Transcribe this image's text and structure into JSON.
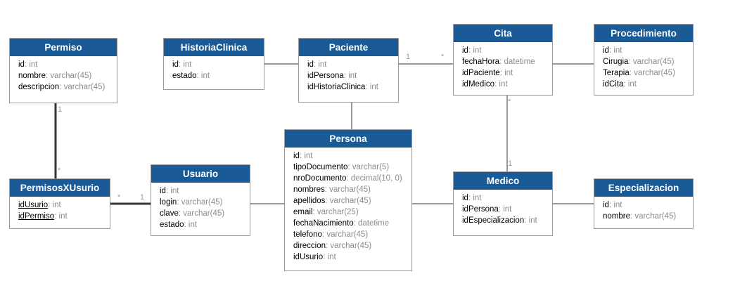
{
  "colors": {
    "header": "#1a5a96",
    "header_text": "#ffffff",
    "border": "#9a9a9a",
    "type_text": "#8c8c8c",
    "line": "#333333"
  },
  "entities": [
    {
      "id": "permiso",
      "title": "Permiso",
      "attrs": [
        {
          "name": "id",
          "type": "int",
          "pk": false
        },
        {
          "name": "nombre",
          "type": "varchar(45)",
          "pk": false
        },
        {
          "name": "descripcion",
          "type": "varchar(45)",
          "pk": false
        }
      ]
    },
    {
      "id": "historiaclinica",
      "title": "HistoriaClinica",
      "attrs": [
        {
          "name": "id",
          "type": "int",
          "pk": false
        },
        {
          "name": "estado",
          "type": "int",
          "pk": false
        }
      ]
    },
    {
      "id": "paciente",
      "title": "Paciente",
      "attrs": [
        {
          "name": "id",
          "type": "int",
          "pk": false
        },
        {
          "name": "idPersona",
          "type": "int",
          "pk": false
        },
        {
          "name": "idHistoriaClinica",
          "type": "int",
          "pk": false
        }
      ]
    },
    {
      "id": "cita",
      "title": "Cita",
      "attrs": [
        {
          "name": "id",
          "type": "int",
          "pk": false
        },
        {
          "name": "fechaHora",
          "type": "datetime",
          "pk": false
        },
        {
          "name": "idPaciente",
          "type": "int",
          "pk": false
        },
        {
          "name": "idMedico",
          "type": "int",
          "pk": false
        }
      ]
    },
    {
      "id": "procedimiento",
      "title": "Procedimiento",
      "attrs": [
        {
          "name": "id",
          "type": "int",
          "pk": false
        },
        {
          "name": "Cirugia",
          "type": "varchar(45)",
          "pk": false
        },
        {
          "name": "Terapia",
          "type": "varchar(45)",
          "pk": false
        },
        {
          "name": "idCita",
          "type": "int",
          "pk": false
        }
      ]
    },
    {
      "id": "persona",
      "title": "Persona",
      "attrs": [
        {
          "name": "id",
          "type": "int",
          "pk": false
        },
        {
          "name": "tipoDocumento",
          "type": "varchar(5)",
          "pk": false
        },
        {
          "name": "nroDocumento",
          "type": "decimal(10, 0)",
          "pk": false
        },
        {
          "name": "nombres",
          "type": "varchar(45)",
          "pk": false
        },
        {
          "name": "apellidos",
          "type": "varchar(45)",
          "pk": false
        },
        {
          "name": "email",
          "type": "varchar(25)",
          "pk": false
        },
        {
          "name": "fechaNacimiento",
          "type": "datetime",
          "pk": false
        },
        {
          "name": "telefono",
          "type": "varchar(45)",
          "pk": false
        },
        {
          "name": "direccion",
          "type": "varchar(45)",
          "pk": false
        },
        {
          "name": "idUsurio",
          "type": "int",
          "pk": false
        }
      ]
    },
    {
      "id": "permisosxusurio",
      "title": "PermisosXUsurio",
      "attrs": [
        {
          "name": "idUsurio",
          "type": "int",
          "pk": true
        },
        {
          "name": "idPermiso",
          "type": "int",
          "pk": true
        }
      ]
    },
    {
      "id": "usuario",
      "title": "Usuario",
      "attrs": [
        {
          "name": "id",
          "type": "int",
          "pk": false
        },
        {
          "name": "login",
          "type": "varchar(45)",
          "pk": false
        },
        {
          "name": "clave",
          "type": "varchar(45)",
          "pk": false
        },
        {
          "name": "estado",
          "type": "int",
          "pk": false
        }
      ]
    },
    {
      "id": "medico",
      "title": "Medico",
      "attrs": [
        {
          "name": "id",
          "type": "int",
          "pk": false
        },
        {
          "name": "idPersona",
          "type": "int",
          "pk": false
        },
        {
          "name": "idEspecializacion",
          "type": "int",
          "pk": false
        }
      ]
    },
    {
      "id": "especializacion",
      "title": "Especializacion",
      "attrs": [
        {
          "name": "id",
          "type": "int",
          "pk": false
        },
        {
          "name": "nombre",
          "type": "varchar(45)",
          "pk": false
        }
      ]
    }
  ],
  "relationships": [
    {
      "from": "historiaclinica",
      "to": "paciente",
      "from_mult": "",
      "to_mult": "",
      "bold": false
    },
    {
      "from": "paciente",
      "to": "cita",
      "from_mult": "1",
      "to_mult": "*",
      "bold": false
    },
    {
      "from": "cita",
      "to": "procedimiento",
      "from_mult": "",
      "to_mult": "",
      "bold": false
    },
    {
      "from": "paciente",
      "to": "persona",
      "from_mult": "",
      "to_mult": "",
      "bold": false
    },
    {
      "from": "cita",
      "to": "medico",
      "from_mult": "*",
      "to_mult": "1",
      "bold": false
    },
    {
      "from": "permiso",
      "to": "permisosxusurio",
      "from_mult": "1",
      "to_mult": "*",
      "bold": true
    },
    {
      "from": "permisosxusurio",
      "to": "usuario",
      "from_mult": "*",
      "to_mult": "1",
      "bold": true
    },
    {
      "from": "usuario",
      "to": "persona",
      "from_mult": "",
      "to_mult": "",
      "bold": false
    },
    {
      "from": "persona",
      "to": "medico",
      "from_mult": "",
      "to_mult": "",
      "bold": false
    },
    {
      "from": "medico",
      "to": "especializacion",
      "from_mult": "",
      "to_mult": "",
      "bold": false
    }
  ]
}
